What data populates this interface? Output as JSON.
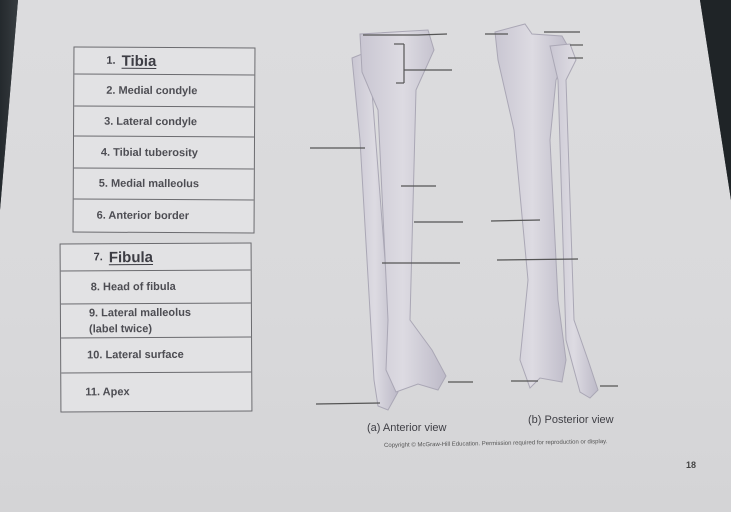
{
  "tibia_table": {
    "heading": {
      "number": "1.",
      "title": "Tibia"
    },
    "items": [
      {
        "label": "2.  Medial condyle"
      },
      {
        "label": "3.  Lateral condyle"
      },
      {
        "label": "4.  Tibial tuberosity"
      },
      {
        "label": "5.  Medial malleolus"
      },
      {
        "label": "6.  Anterior border"
      }
    ]
  },
  "fibula_table": {
    "heading": {
      "number": "7.",
      "title": "Fibula"
    },
    "items": [
      {
        "label": "8.  Head of fibula"
      },
      {
        "label": "9.  Lateral malleolus\n     (label twice)"
      },
      {
        "label": "10. Lateral surface"
      },
      {
        "label": "11. Apex"
      }
    ]
  },
  "figure": {
    "captions": {
      "anterior": "(a) Anterior view",
      "posterior": "(b) Posterior view"
    },
    "copyright": "Copyright © McGraw-Hill Education. Permission required for reproduction or display.",
    "colors": {
      "bone": "#cfcdd6",
      "bone_shade": "#b9b6c4",
      "leader": "#555555"
    }
  },
  "page_number": "18"
}
